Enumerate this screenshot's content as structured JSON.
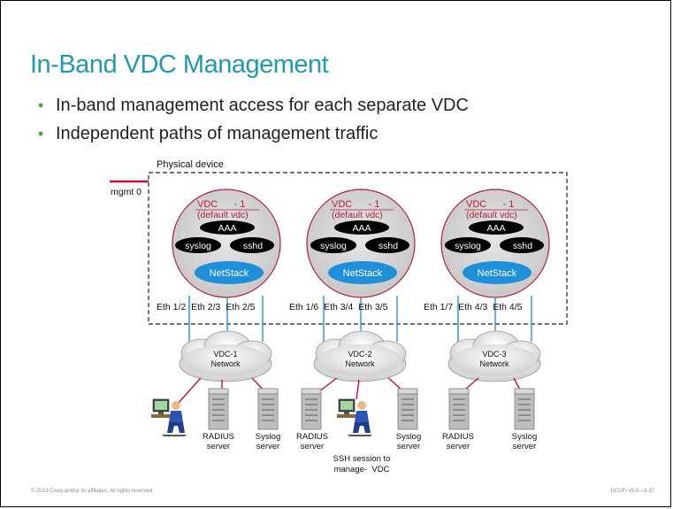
{
  "title": "In-Band VDC Management",
  "bullets": [
    "In-band management access for each separate VDC",
    "Independent paths of management traffic"
  ],
  "diagram": {
    "physical_device_label": "Physical device",
    "mgmt_label": "mgmt 0",
    "vdcs": [
      {
        "title": "VDC      - 1",
        "subtitle": "(default vdc)",
        "aaa": "AAA",
        "syslog": "syslog",
        "sshd": "sshd",
        "netstack": "NetStack",
        "ports": "Eth 1/2  Eth 2/3  Eth 2/5",
        "network_line1": "VDC-1",
        "network_line2": "Network"
      },
      {
        "title": "VDC      - 1",
        "subtitle": "(default vdc)",
        "aaa": "AAA",
        "syslog": "syslog",
        "sshd": "sshd",
        "netstack": "NetStack",
        "ports": "Eth 1/6  Eth 3/4  Eth 3/5",
        "network_line1": "VDC-2",
        "network_line2": "Network"
      },
      {
        "title": "VDC      - 1",
        "subtitle": "(default vdc)",
        "aaa": "AAA",
        "syslog": "syslog",
        "sshd": "sshd",
        "netstack": "NetStack",
        "ports": "Eth 1/7  Eth 4/3  Eth 4/5",
        "network_line1": "VDC-3",
        "network_line2": "Network"
      }
    ],
    "servers": [
      {
        "line1": "RADIUS",
        "line2": "server"
      },
      {
        "line1": "Syslog",
        "line2": "server"
      },
      {
        "line1": "RADIUS",
        "line2": "server"
      },
      {
        "line1": "Syslog",
        "line2": "server"
      },
      {
        "line1": "RADIUS",
        "line2": "server"
      },
      {
        "line1": "Syslog",
        "line2": "server"
      }
    ],
    "ssh_line1": "SSH session to",
    "ssh_line2": "manage-  VDC"
  },
  "footer": {
    "left": "© 2012 Cisco and/or its affiliates. All rights reserved.",
    "right": "DCUFI v5.0—3-37"
  },
  "colors": {
    "title": "#1e9ab0",
    "bullet": "#56a33e",
    "vdc_circle": "#d6d6d6",
    "vdc_border": "#b01e3a",
    "netstack": "#1e8fd8",
    "link": "#2a8fd8",
    "red_link": "#c8102e"
  }
}
